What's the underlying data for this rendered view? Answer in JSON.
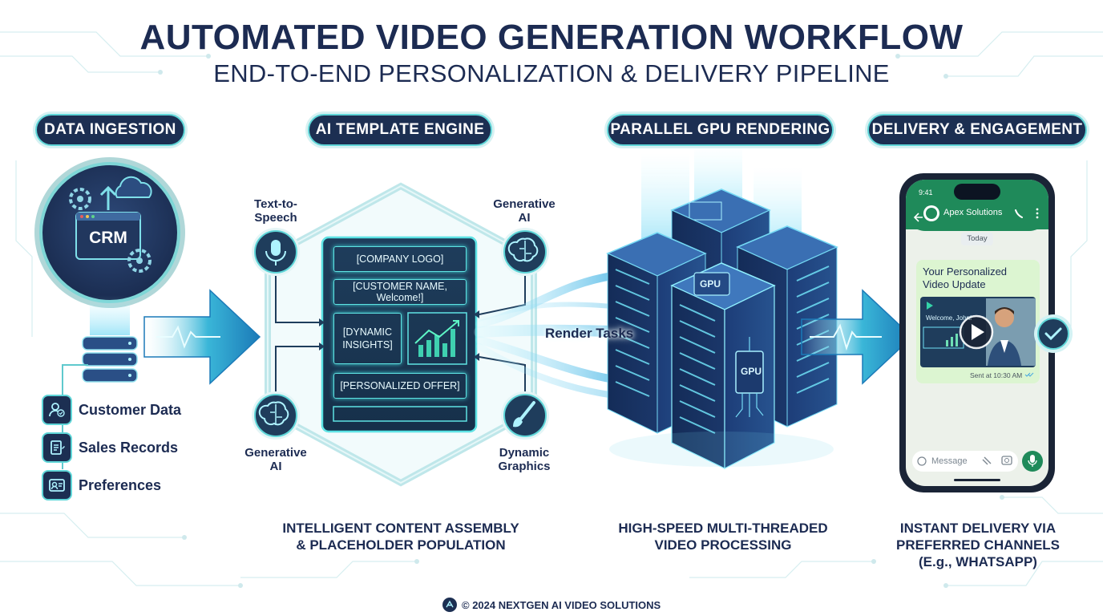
{
  "header": {
    "title": "AUTOMATED VIDEO GENERATION WORKFLOW",
    "subtitle": "END-TO-END PERSONALIZATION & DELIVERY PIPELINE"
  },
  "stages": [
    {
      "label": "DATA INGESTION"
    },
    {
      "label": "AI TEMPLATE ENGINE"
    },
    {
      "label": "PARALLEL GPU RENDERING"
    },
    {
      "label": "DELIVERY & ENGAGEMENT"
    }
  ],
  "ingestion": {
    "crm_label": "CRM",
    "sources": [
      {
        "label": "Customer Data",
        "icon": "customer-data-icon"
      },
      {
        "label": "Sales Records",
        "icon": "sales-records-icon"
      },
      {
        "label": "Preferences",
        "icon": "preferences-icon"
      }
    ]
  },
  "template_engine": {
    "inputs": {
      "tts": "Text-to-\nSpeech",
      "gen_ai_top": "Generative\nAI",
      "gen_ai_bottom": "Generative\nAI",
      "dynamic_graphics": "Dynamic\nGraphics"
    },
    "placeholders": [
      "[COMPANY LOGO]",
      "[CUSTOMER NAME, Welcome!]",
      "[DYNAMIC\nINSIGHTS]",
      "[PERSONALIZED OFFER]"
    ],
    "caption": "INTELLIGENT CONTENT ASSEMBLY\n& PLACEHOLDER POPULATION"
  },
  "rendering": {
    "flow_label": "Render Tasks",
    "gpu_label": "GPU",
    "caption": "HIGH-SPEED MULTI-THREADED\nVIDEO PROCESSING"
  },
  "delivery": {
    "contact_name": "Apex Solutions",
    "date_chip": "Today",
    "message_title": "Your Personalized\nVideo Update",
    "video_text": "Welcome, John!",
    "sent_time": "Sent at 10:30 AM",
    "input_placeholder": "Message",
    "caption": "INSTANT DELIVERY VIA\nPREFERRED CHANNELS\n(E.g., WHATSAPP)"
  },
  "footer": {
    "text": "© 2024 NEXTGEN AI VIDEO SOLUTIONS"
  },
  "colors": {
    "navy": "#1c2f52",
    "cyan": "#5fd6d8",
    "glow": "#3ccfd3",
    "whatsapp_green": "#1f8a5a"
  }
}
